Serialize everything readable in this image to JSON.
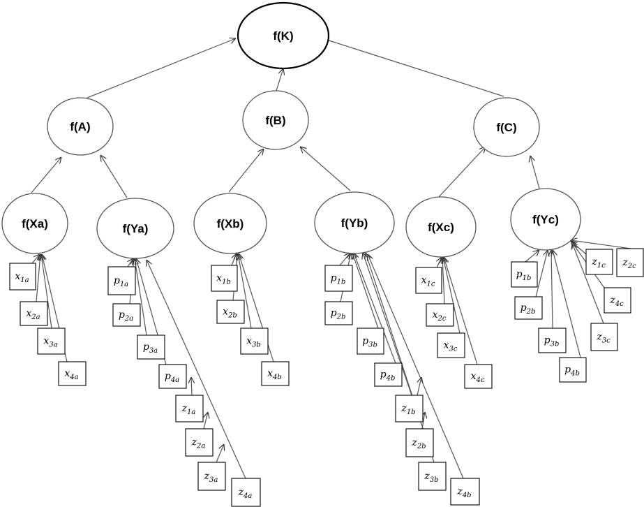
{
  "nodes": {
    "K": {
      "name": "f(K)"
    },
    "A": {
      "name": "f(A)"
    },
    "B": {
      "name": "f(B)"
    },
    "C": {
      "name": "f(C)"
    },
    "Xa": {
      "name": "f(Xa)"
    },
    "Ya": {
      "name": "f(Ya)"
    },
    "Xb": {
      "name": "f(Xb)"
    },
    "Yb": {
      "name": "f(Yb)"
    },
    "Xc": {
      "name": "f(Xc)"
    },
    "Yc": {
      "name": "f(Yc)"
    }
  },
  "leaves": {
    "x1a": {
      "v": "x",
      "sub": "1a"
    },
    "x2a": {
      "v": "x",
      "sub": "2a"
    },
    "x3a": {
      "v": "x",
      "sub": "3a"
    },
    "x4a": {
      "v": "x",
      "sub": "4a"
    },
    "p1a": {
      "v": "p",
      "sub": "1a"
    },
    "p2a": {
      "v": "p",
      "sub": "2a"
    },
    "p3a": {
      "v": "p",
      "sub": "3a"
    },
    "p4a": {
      "v": "p",
      "sub": "4a"
    },
    "z1a": {
      "v": "z",
      "sub": "1a"
    },
    "z2a": {
      "v": "z",
      "sub": "2a"
    },
    "z3a": {
      "v": "z",
      "sub": "3a"
    },
    "z4a": {
      "v": "z",
      "sub": "4a"
    },
    "x1b": {
      "v": "x",
      "sub": "1b"
    },
    "x2b": {
      "v": "x",
      "sub": "2b"
    },
    "x3b": {
      "v": "x",
      "sub": "3b"
    },
    "x4b": {
      "v": "x",
      "sub": "4b"
    },
    "p1b": {
      "v": "p",
      "sub": "1b"
    },
    "p2b": {
      "v": "p",
      "sub": "2b"
    },
    "p3b": {
      "v": "p",
      "sub": "3b"
    },
    "p4b": {
      "v": "p",
      "sub": "4b"
    },
    "z1b": {
      "v": "z",
      "sub": "1b"
    },
    "z2b": {
      "v": "z",
      "sub": "2b"
    },
    "z3b": {
      "v": "z",
      "sub": "3b"
    },
    "z4b": {
      "v": "z",
      "sub": "4b"
    },
    "x1c": {
      "v": "x",
      "sub": "1c"
    },
    "x2c": {
      "v": "x",
      "sub": "2c"
    },
    "x3c": {
      "v": "x",
      "sub": "3c"
    },
    "x4c": {
      "v": "x",
      "sub": "4c"
    },
    "p1b_c": {
      "v": "p",
      "sub": "1b"
    },
    "p2b_c": {
      "v": "p",
      "sub": "2b"
    },
    "p3b_c": {
      "v": "p",
      "sub": "3b"
    },
    "p4b_c": {
      "v": "p",
      "sub": "4b"
    },
    "z1c": {
      "v": "z",
      "sub": "1c"
    },
    "z2c": {
      "v": "z",
      "sub": "2c"
    },
    "z3c": {
      "v": "z",
      "sub": "3c"
    },
    "z4c": {
      "v": "z",
      "sub": "4c"
    }
  }
}
